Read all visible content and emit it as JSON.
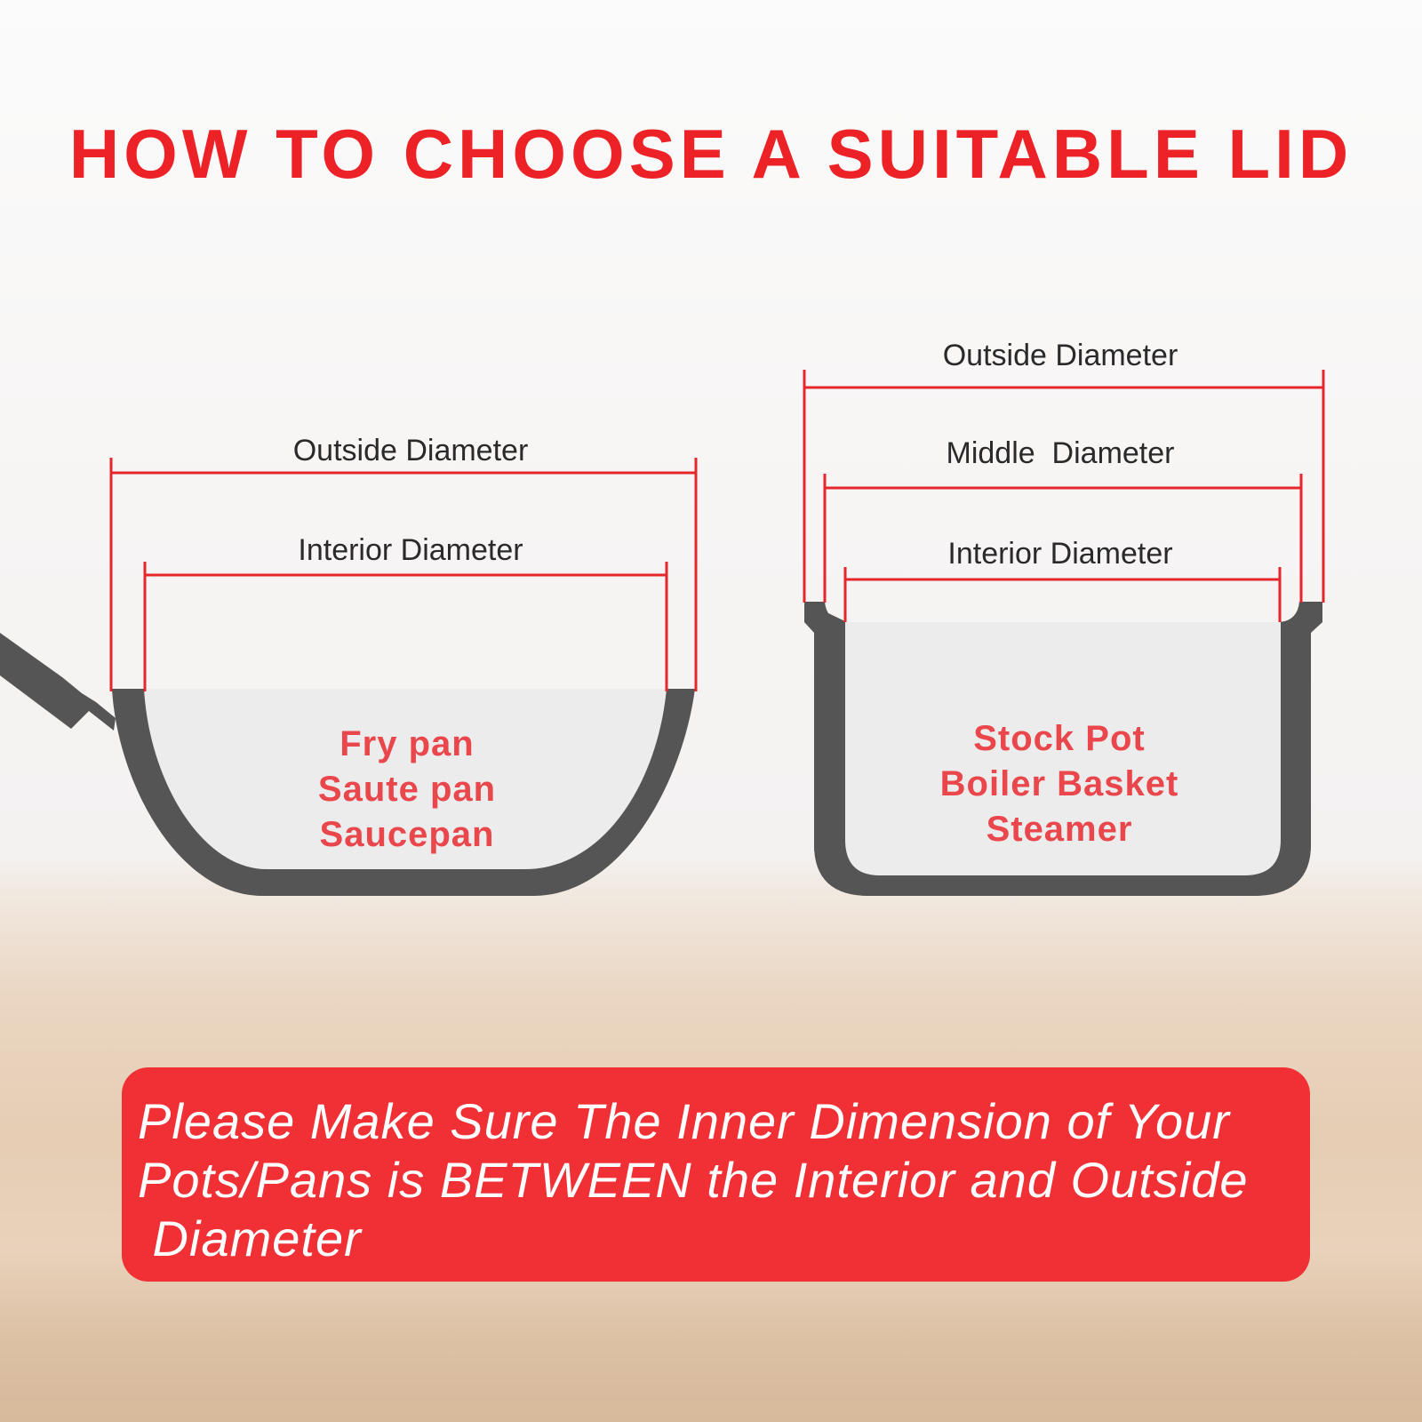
{
  "title": "HOW TO CHOOSE A SUITABLE LID",
  "left": {
    "outside": "Outside Diameter",
    "interior": "Interior Diameter",
    "types": [
      "Fry pan",
      "Saute pan",
      "Saucepan"
    ]
  },
  "right": {
    "outside": "Outside Diameter",
    "middle": "Middle  Diameter",
    "interior": "Interior Diameter",
    "types": [
      "Stock Pot",
      "Boiler Basket",
      "Steamer"
    ]
  },
  "note": {
    "line1": "Please Make Sure The Inner Dimension of Your",
    "line2": "Pots/Pans is BETWEEN the Interior and Outside",
    "line3": " Diameter"
  },
  "colors": {
    "accent": "#ec2227",
    "pan": "#555555"
  }
}
